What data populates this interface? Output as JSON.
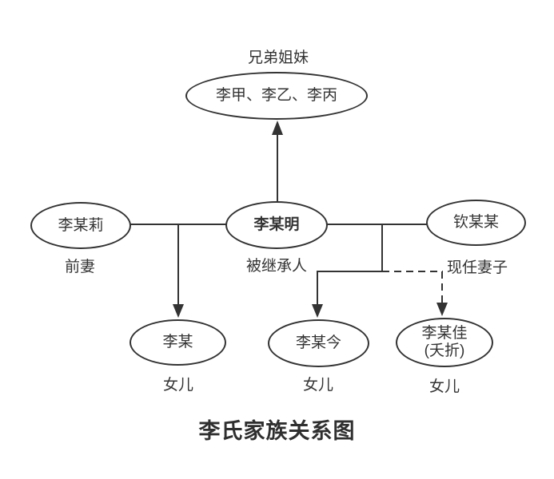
{
  "diagram": {
    "title": "李氏家族关系图",
    "colors": {
      "line": "#333333",
      "text": "#333333",
      "background": "#ffffff"
    },
    "nodes": {
      "siblings": {
        "caption": "兄弟姐妹",
        "label": "李甲、李乙、李丙"
      },
      "ex_wife": {
        "label": "李某莉",
        "caption": "前妻"
      },
      "decedent": {
        "label": "李某明",
        "caption": "被继承人"
      },
      "current_wife": {
        "label": "钦某某",
        "caption": "现任妻子"
      },
      "daughter_of_ex": {
        "label": "李某",
        "caption": "女儿"
      },
      "daughter_of_current_1": {
        "label": "李某今",
        "caption": "女儿"
      },
      "daughter_of_current_2": {
        "label": "李某佳",
        "sublabel": "(夭折)",
        "caption": "女儿"
      }
    }
  }
}
